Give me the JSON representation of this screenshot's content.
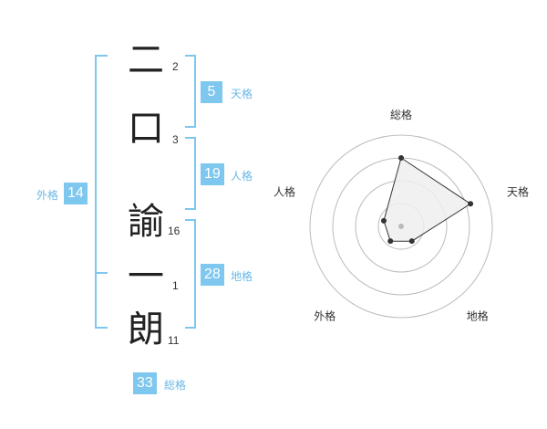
{
  "name": {
    "characters": [
      {
        "char": "二",
        "strokes": "2"
      },
      {
        "char": "口",
        "strokes": "3"
      },
      {
        "char": "諭",
        "strokes": "16"
      },
      {
        "char": "一",
        "strokes": "1"
      },
      {
        "char": "朗",
        "strokes": "11"
      }
    ]
  },
  "fortune": {
    "tenkaku": {
      "value": "5",
      "label": "天格"
    },
    "jinkaku": {
      "value": "19",
      "label": "人格"
    },
    "chikaku": {
      "value": "28",
      "label": "地格"
    },
    "gaikaku": {
      "value": "14",
      "label": "外格"
    },
    "soukaku": {
      "value": "33",
      "label": "総格"
    }
  },
  "colors": {
    "accent": "#7ec7ee",
    "accent_text": "#6ab8e6",
    "ring": "#bbbbbb",
    "polygon_fill": "#eeeeee",
    "polygon_stroke": "#333333",
    "center_dot": "#bbbbbb"
  },
  "chart_data": {
    "type": "radar",
    "axes": [
      "総格",
      "天格",
      "地格",
      "外格",
      "人格"
    ],
    "values": [
      0.75,
      0.8,
      0.2,
      0.2,
      0.2
    ],
    "max": 1,
    "rings": 4
  }
}
